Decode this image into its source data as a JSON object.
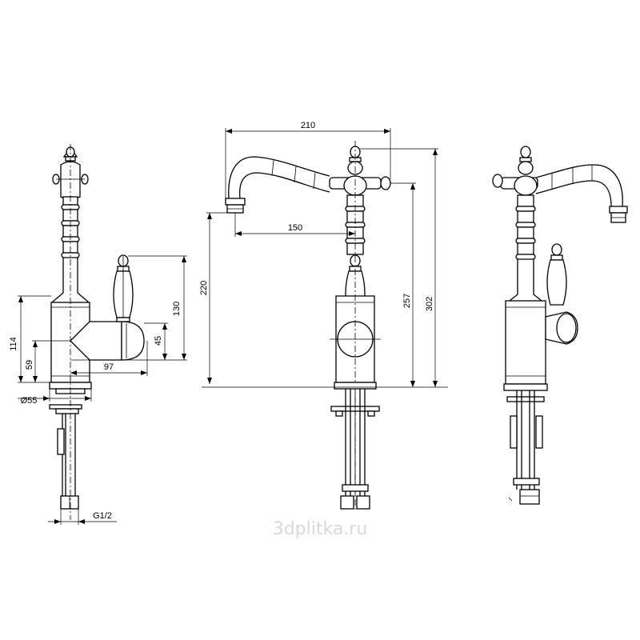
{
  "dimensions": {
    "overall_width": "210",
    "spout_reach": "150",
    "spout_height": "220",
    "lever_height": "257",
    "total_height": "302",
    "body_height": "114",
    "body_outlet_height": "59",
    "handle_height": "130",
    "handle_hub": "45",
    "handle_projection": "97",
    "base_diameter": "Ø55",
    "connection_thread": "G1/2"
  },
  "watermark": "3dplitka.ru"
}
